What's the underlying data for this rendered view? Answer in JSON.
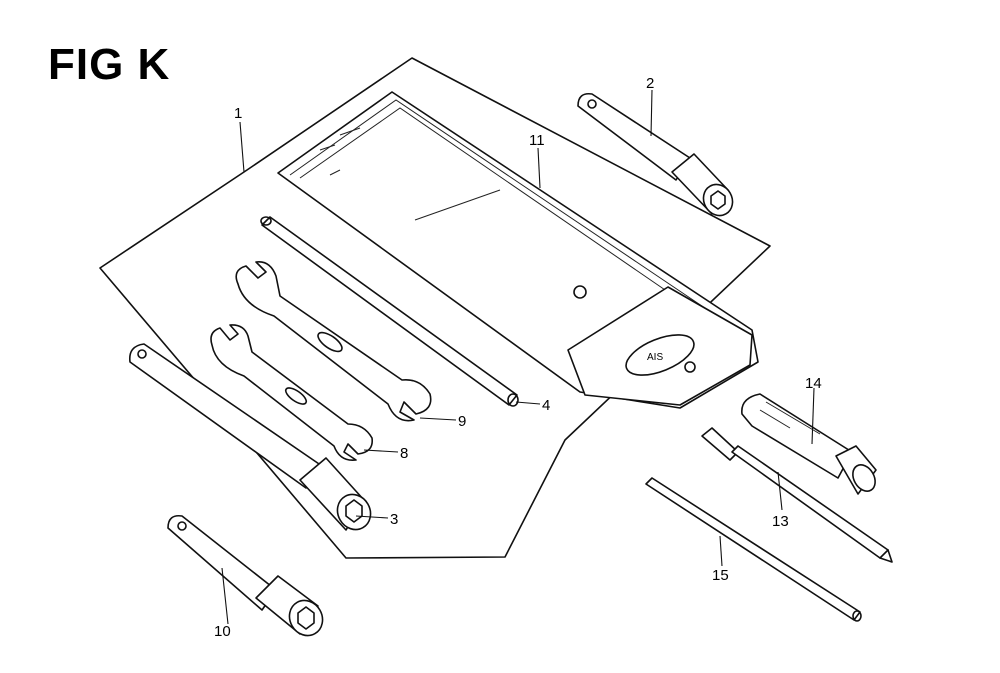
{
  "figure": {
    "title": "FIG K"
  },
  "parts": [
    {
      "id": "1",
      "label": "1"
    },
    {
      "id": "2",
      "label": "2"
    },
    {
      "id": "3",
      "label": "3"
    },
    {
      "id": "4",
      "label": "4"
    },
    {
      "id": "8",
      "label": "8"
    },
    {
      "id": "9",
      "label": "9"
    },
    {
      "id": "10",
      "label": "10"
    },
    {
      "id": "11",
      "label": "11"
    },
    {
      "id": "13",
      "label": "13"
    },
    {
      "id": "14",
      "label": "14"
    },
    {
      "id": "15",
      "label": "15"
    }
  ]
}
